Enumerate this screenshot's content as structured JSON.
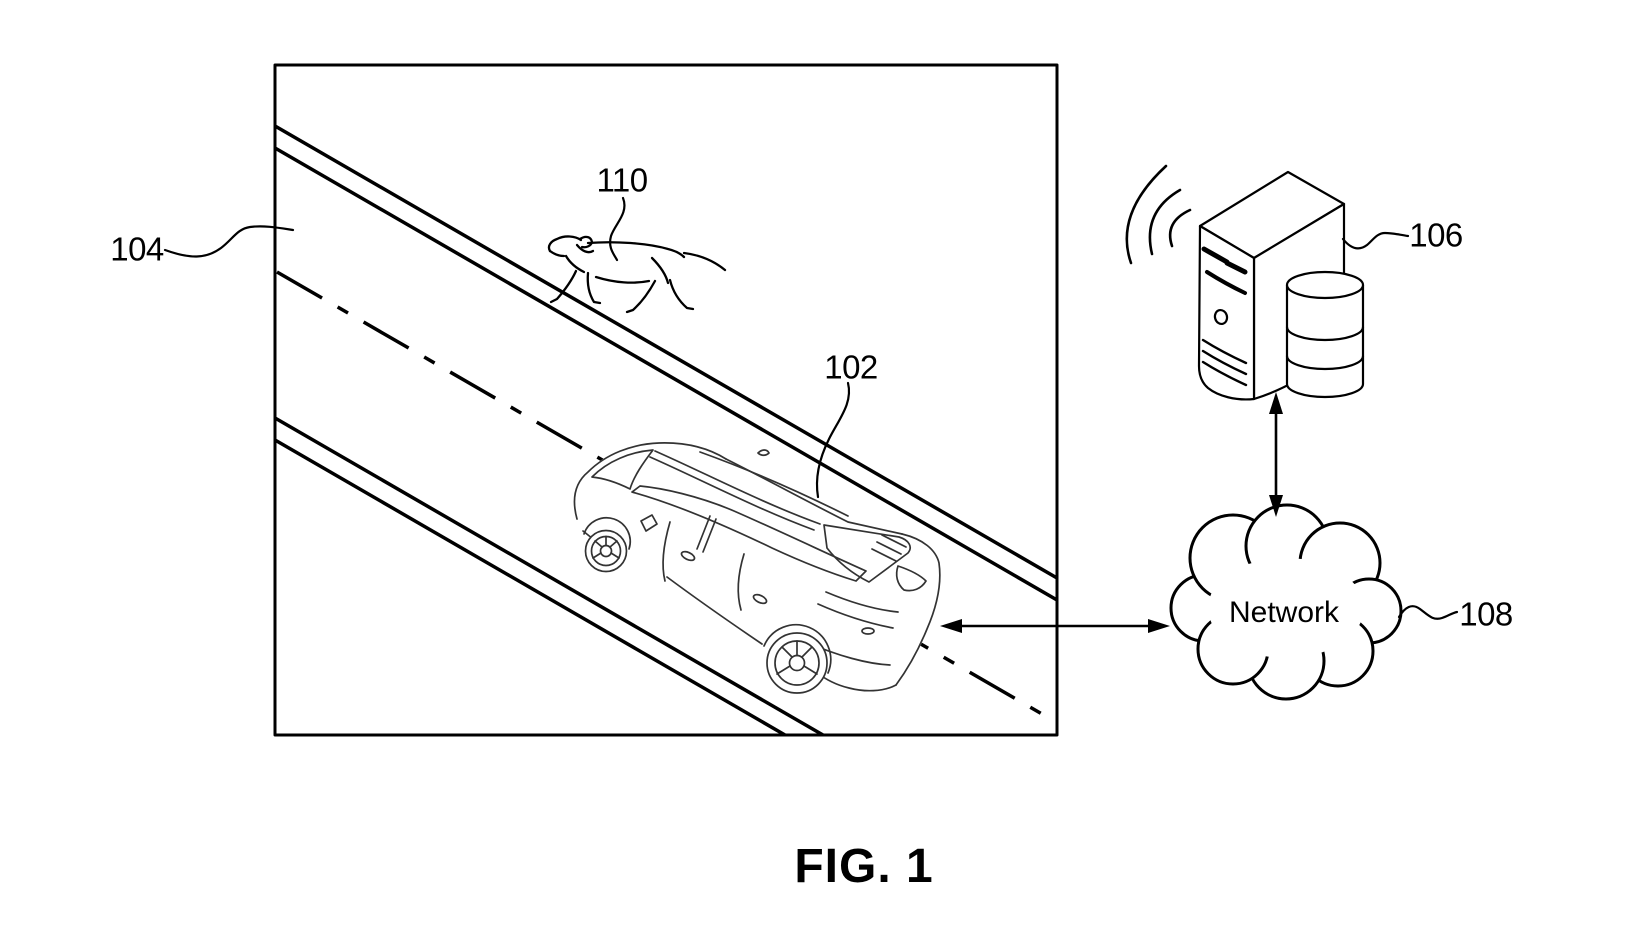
{
  "figure": {
    "caption": "FIG. 1"
  },
  "colors": {
    "background": "#ffffff",
    "line": "#000000",
    "vehicle_line": "#333333"
  },
  "reference_labels": [
    {
      "number": "104",
      "target": "road"
    },
    {
      "number": "110",
      "target": "animal"
    },
    {
      "number": "102",
      "target": "vehicle"
    },
    {
      "number": "106",
      "target": "server"
    },
    {
      "number": "108",
      "target": "network"
    }
  ],
  "network": {
    "name": "Network"
  }
}
